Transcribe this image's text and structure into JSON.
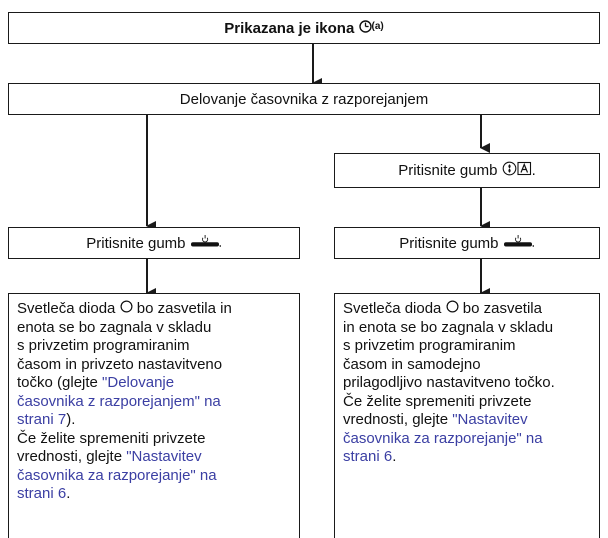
{
  "top_box": {
    "text": "Prikazana je ikona",
    "note": "(a)",
    "icon": "clock-icon"
  },
  "schedule_box": {
    "text": "Delovanje časovnika z razporejanjem"
  },
  "right_press_box": {
    "text_before": "Pritisnite gumb",
    "icons": [
      "fan-icon",
      "auto-icon"
    ],
    "text_after": "."
  },
  "left_press_box": {
    "text": "Pritisnite gumb",
    "icon": "power-button-icon"
  },
  "right_press_box2": {
    "text": "Pritisnite gumb",
    "icon": "power-button-icon"
  },
  "left_result": {
    "line1": "Svetleča dioda",
    "line1b": "bo zasvetila in",
    "line2": "enota se bo zagnala v skladu",
    "line3": "s privzetim programiranim",
    "line4": "časom in privzeto nastavitveno",
    "line5": "točko (glejte ",
    "link1": "\"Delovanje časovnika z razporejanjem\" na strani 7",
    "link1_a": "\"Delovanje",
    "link1_b": "časovnika z razporejanjem\" na",
    "link1_c": "strani 7",
    "after_link1": ").",
    "line6": "Če želite spremeniti privzete",
    "line7": "vrednosti, glejte ",
    "link2_a": "\"Nastavitev",
    "link2_b": "časovnika za razporejanje\" na",
    "link2_c": "strani 6",
    "after_link2": "."
  },
  "right_result": {
    "line1": "Svetleča dioda",
    "line1b": "bo zasvetila",
    "line2": "in enota se bo zagnala v skladu",
    "line3": "s privzetim programiranim",
    "line4": "časom in samodejno",
    "line5": "prilagodljivo nastavitveno točko.",
    "line6": "Če želite spremeniti privzete",
    "line7": "vrednosti, glejte ",
    "link_a": "\"Nastavitev",
    "link_b": "časovnika za razporejanje\" na",
    "link_c": "strani 6",
    "after_link": "."
  }
}
